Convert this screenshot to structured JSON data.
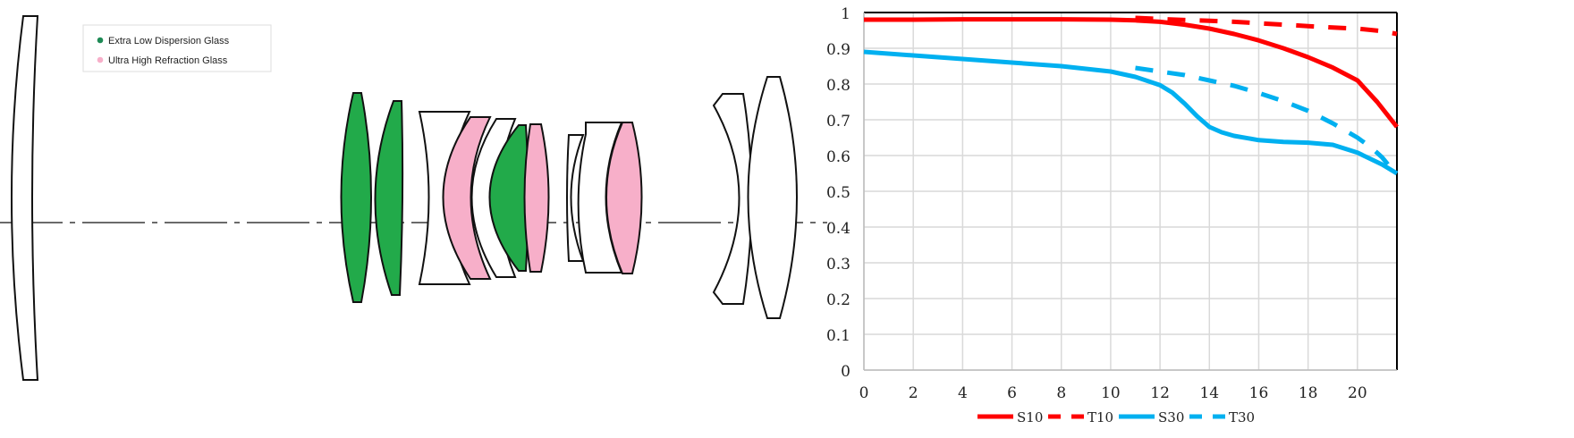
{
  "glass_legend": {
    "items": [
      {
        "label": "Extra Low Dispersion Glass",
        "color": "#22aa4a"
      },
      {
        "label": "Ultra High Refraction Glass",
        "color": "#f7afc9"
      }
    ]
  },
  "chart_data": {
    "type": "line",
    "title": "",
    "xlabel": "",
    "ylabel": "",
    "xlim": [
      0,
      21.6
    ],
    "ylim": [
      0,
      1
    ],
    "grid": true,
    "legend_position": "bottom",
    "x_ticks": [
      "0",
      "2",
      "4",
      "6",
      "8",
      "10",
      "12",
      "14",
      "16",
      "18",
      "20"
    ],
    "y_ticks": [
      "0",
      "0.1",
      "0.2",
      "0.3",
      "0.4",
      "0.5",
      "0.6",
      "0.7",
      "0.8",
      "0.9",
      "1"
    ],
    "series": [
      {
        "name": "S10",
        "color": "#ff0000",
        "dash": false,
        "x": [
          0,
          2,
          4,
          6,
          8,
          10,
          11,
          12,
          13,
          14,
          15,
          16,
          17,
          18,
          19,
          20,
          20.8,
          21.6
        ],
        "y": [
          0.98,
          0.98,
          0.981,
          0.981,
          0.981,
          0.98,
          0.978,
          0.974,
          0.966,
          0.955,
          0.94,
          0.922,
          0.9,
          0.875,
          0.846,
          0.81,
          0.75,
          0.68
        ]
      },
      {
        "name": "T10",
        "color": "#ff0000",
        "dash": true,
        "x": [
          11,
          12,
          13,
          14,
          15,
          16,
          17,
          18,
          19,
          20,
          21,
          21.6
        ],
        "y": [
          0.985,
          0.982,
          0.979,
          0.977,
          0.974,
          0.97,
          0.966,
          0.962,
          0.958,
          0.955,
          0.948,
          0.94
        ]
      },
      {
        "name": "S30",
        "color": "#00b0f0",
        "dash": false,
        "x": [
          0,
          2,
          4,
          6,
          8,
          10,
          11,
          12,
          12.5,
          13,
          13.5,
          14,
          14.5,
          15,
          16,
          17,
          18,
          19,
          20,
          21,
          21.6
        ],
        "y": [
          0.89,
          0.88,
          0.87,
          0.86,
          0.85,
          0.835,
          0.82,
          0.797,
          0.776,
          0.745,
          0.71,
          0.68,
          0.665,
          0.655,
          0.643,
          0.638,
          0.636,
          0.63,
          0.608,
          0.575,
          0.55
        ]
      },
      {
        "name": "T30",
        "color": "#00b0f0",
        "dash": true,
        "x": [
          11,
          12,
          13,
          14,
          15,
          16,
          17,
          18,
          19,
          20,
          20.6,
          21,
          21.6
        ],
        "y": [
          0.845,
          0.835,
          0.825,
          0.81,
          0.795,
          0.775,
          0.752,
          0.725,
          0.69,
          0.65,
          0.62,
          0.595,
          0.545
        ]
      }
    ]
  }
}
